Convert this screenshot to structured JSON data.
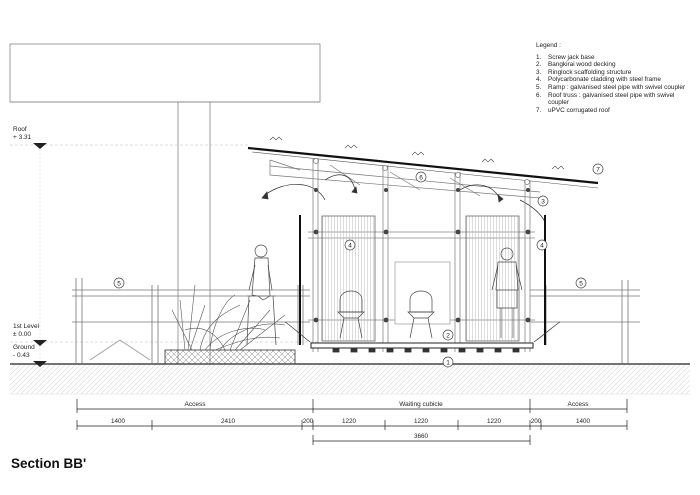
{
  "legend": {
    "title": "Legend :",
    "items": [
      {
        "num": "1.",
        "text": "Screw jack base"
      },
      {
        "num": "2.",
        "text": "Bangkirai wood decking"
      },
      {
        "num": "3.",
        "text": "Ringlock scaffolding structure"
      },
      {
        "num": "4.",
        "text": "Polycarbonate cladding with steel frame"
      },
      {
        "num": "5.",
        "text": "Ramp : galvanised steel pipe with swivel coupler"
      },
      {
        "num": "6.",
        "text": "Roof truss : galvanised steel pipe with swivel coupler"
      },
      {
        "num": "7.",
        "text": "uPVC corrugated roof"
      }
    ]
  },
  "levels": {
    "roof": {
      "name": "Roof",
      "value": "+ 3.31"
    },
    "first": {
      "name": "1st Level",
      "value": "± 0.00"
    },
    "ground": {
      "name": "Ground",
      "value": "- 0.43"
    }
  },
  "callouts": [
    "1",
    "2",
    "3",
    "4",
    "4",
    "5",
    "5",
    "6",
    "7"
  ],
  "zones": {
    "left": "Access",
    "center": "Waiting cubicle",
    "right": "Access"
  },
  "dimensions": {
    "segments": [
      "1400",
      "2410",
      "200",
      "1220",
      "1220",
      "1220",
      "200",
      "1400"
    ],
    "total": "3660"
  },
  "section_title": "Section BB'"
}
